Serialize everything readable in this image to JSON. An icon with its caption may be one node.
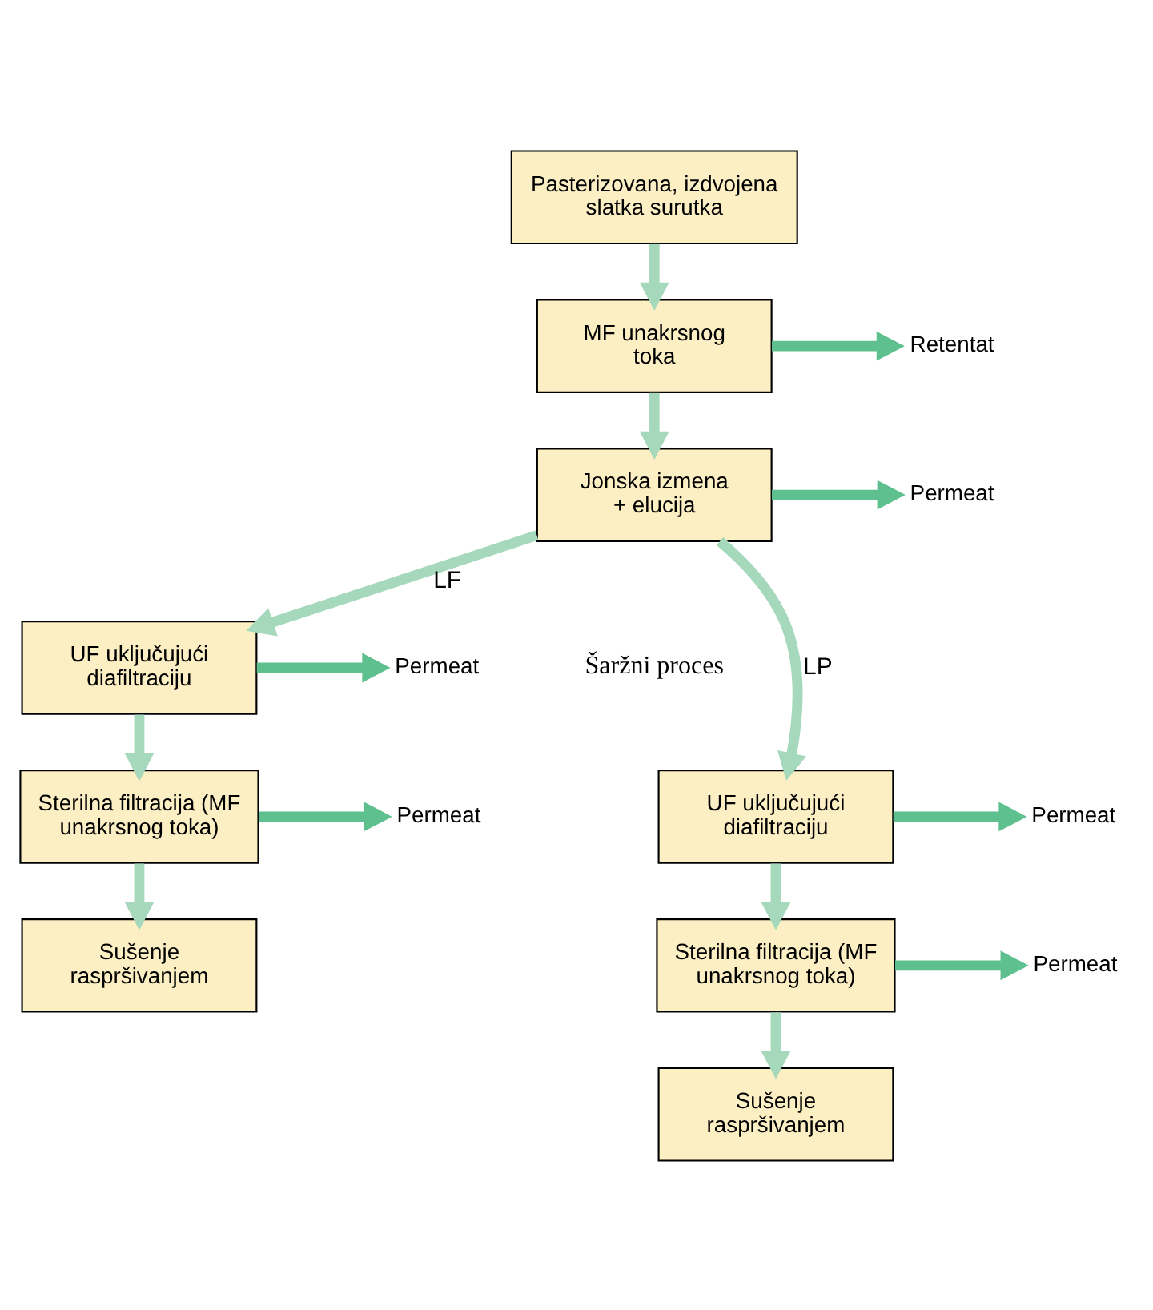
{
  "diagram": {
    "nodes": [
      {
        "text": [
          "Pasterizovana, izdvojena slatka surutka"
        ]
      },
      {
        "text": [
          "MF unakrsnog toka"
        ]
      },
      {
        "text": [
          "Retentat"
        ]
      },
      {
        "text": [
          "Jonska izmena + elucija"
        ]
      },
      {
        "text": [
          "Permeat"
        ]
      },
      {
        "text": [
          "UF uključujući diafiltraciju"
        ]
      },
      {
        "text": [
          "Permeat"
        ]
      },
      {
        "text": [
          "UF uključujući diafiltraciju"
        ]
      },
      {
        "text": [
          "Permeat"
        ]
      },
      {
        "text": [
          "Sterilna filtracija (MF unakrsnog toka)"
        ]
      },
      {
        "text": [
          "Permeat"
        ]
      },
      {
        "text": [
          "Sterilna filtracija (MF unakrsnog toka)"
        ]
      },
      {
        "text": [
          "Permeat"
        ]
      },
      {
        "text": [
          "Sušenje raspršivanjem"
        ]
      },
      {
        "text": [
          "Sušenje raspršivanjem"
        ]
      }
    ],
    "edges": [
      {
        "from": 0,
        "to": 1,
        "arrow": "to"
      },
      {
        "from": 1,
        "to": 2,
        "arrow": "to",
        "color": "#5fc08f"
      },
      {
        "from": 1,
        "to": 3,
        "arrow": "to"
      },
      {
        "from": 3,
        "to": 4,
        "arrow": "to",
        "color": "#5fc08f"
      },
      {
        "from": 3,
        "to": 5,
        "arrow": "to",
        "label": "LP"
      },
      {
        "from": 3,
        "to": 7,
        "arrow": "to",
        "label": "LF"
      },
      {
        "from": 5,
        "to": 6,
        "arrow": "to",
        "color": "#5fc08f"
      },
      {
        "from": 7,
        "to": 8,
        "arrow": "to",
        "color": "#5fc08f"
      },
      {
        "from": 5,
        "to": 9,
        "arrow": "to"
      },
      {
        "from": 7,
        "to": 11,
        "arrow": "to"
      },
      {
        "from": 9,
        "to": 10,
        "arrow": "to",
        "color": "#5fc08f"
      },
      {
        "from": 11,
        "to": 12,
        "arrow": "to",
        "color": "#5fc08f"
      },
      {
        "from": 9,
        "to": 13,
        "arrow": "to"
      },
      {
        "from": 11,
        "to": 14,
        "arrow": "to"
      }
    ],
    "labels": [
      "Šaržni proces"
    ]
  }
}
